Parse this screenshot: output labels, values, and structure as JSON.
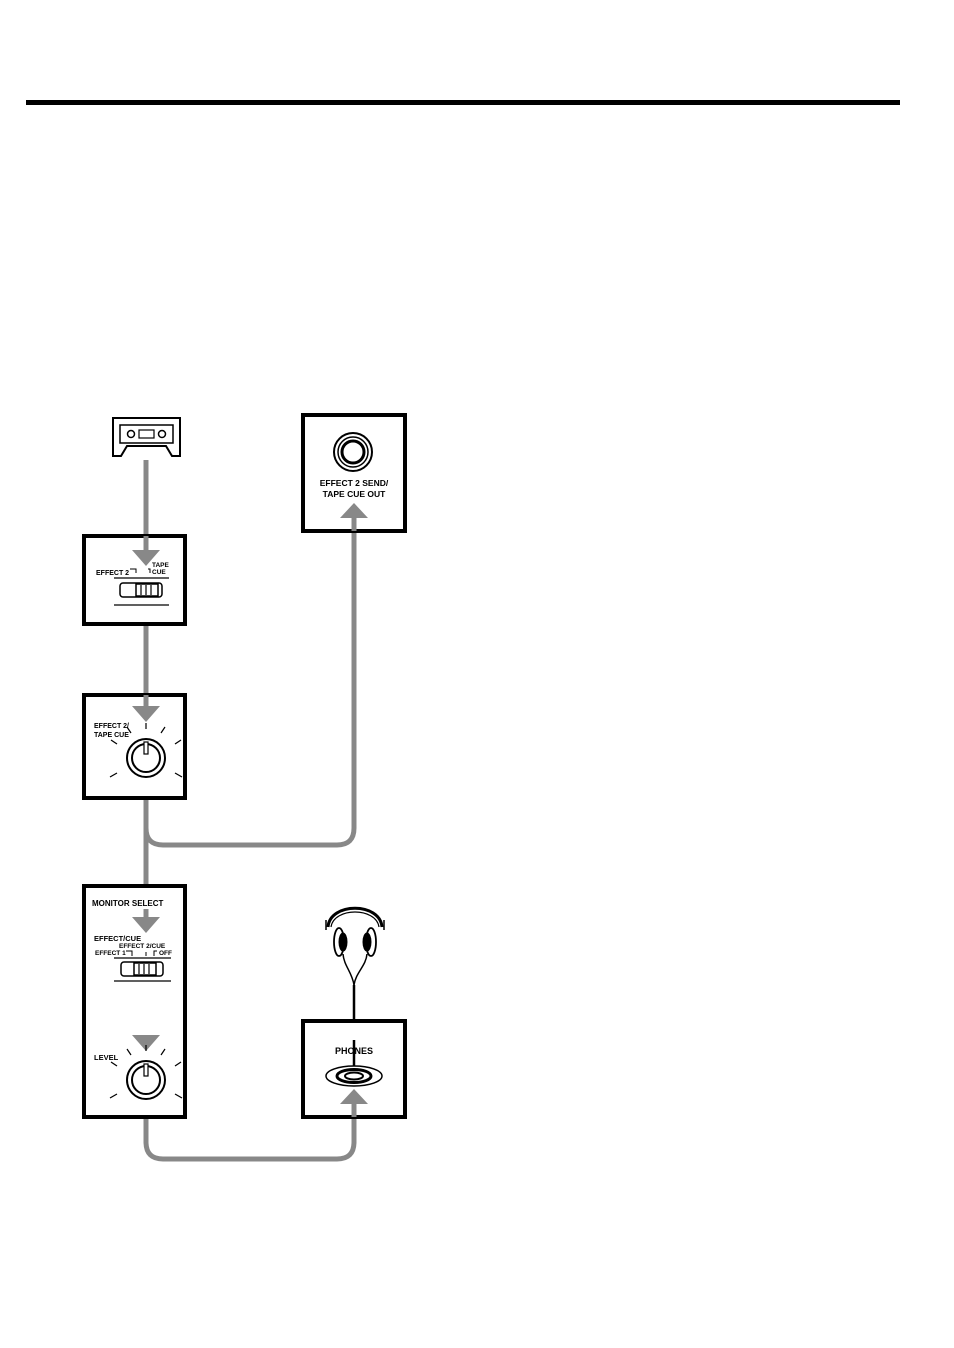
{
  "diagram": {
    "tape_switch": {
      "left_label": "EFFECT 2",
      "right_label_line1": "TAPE",
      "right_label_line2": "CUE"
    },
    "tape_knob": {
      "label_line1": "EFFECT 2/",
      "label_line2": "TAPE CUE"
    },
    "output_jack": {
      "label_line1": "EFFECT 2 SEND/",
      "label_line2": "TAPE CUE OUT"
    },
    "monitor_panel": {
      "title": "MONITOR SELECT",
      "switch_title": "EFFECT/CUE",
      "switch_center_label": "EFFECT 2/CUE",
      "switch_left_label": "EFFECT 1",
      "switch_right_label": "OFF",
      "knob_label": "LEVEL"
    },
    "phones_jack": {
      "label": "PHONES"
    },
    "colors": {
      "signal_line": "#888888",
      "outline": "#000000"
    }
  }
}
